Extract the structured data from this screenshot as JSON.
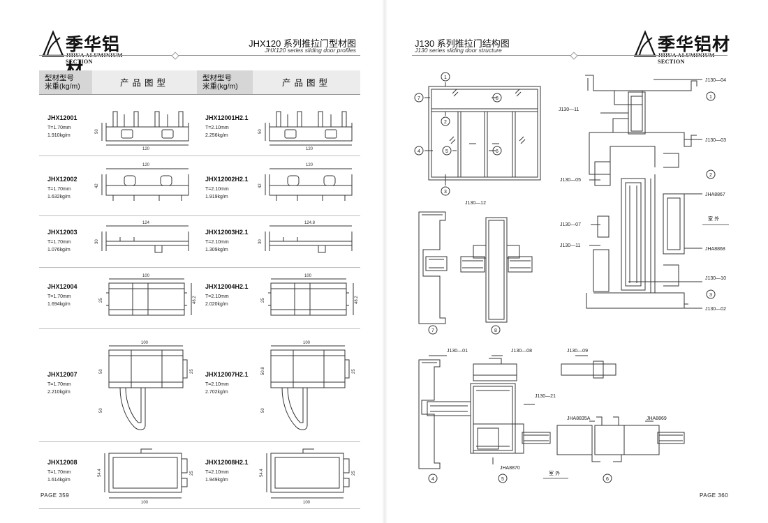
{
  "left_page": {
    "brand": {
      "name_zh": "季华铝材",
      "name_en": "JIHUA ALUMINIUM SECTION"
    },
    "title_zh": "JHX120 系列推拉门型材图",
    "title_en": "JHX120 series sliding door profiles",
    "table_headers": {
      "model_weight_l1": "型材型号",
      "model_weight_l2": "米重(kg/m)",
      "profile": "产品图型"
    },
    "rows": [
      {
        "left": {
          "code": "JHX12001",
          "t": "T=1.70mm",
          "w": "1.910kg/m"
        },
        "right": {
          "code": "JHX12001H2.1",
          "t": "T=2.10mm",
          "w": "2.256kg/m"
        },
        "dims_left": [
          "50",
          "120"
        ],
        "dims_right": [
          "50",
          "120"
        ]
      },
      {
        "left": {
          "code": "JHX12002",
          "t": "T=1.70mm",
          "w": "1.632kg/m"
        },
        "right": {
          "code": "JHX12002H2.1",
          "t": "T=2.10mm",
          "w": "1.919kg/m"
        },
        "dims_left": [
          "120",
          "42"
        ],
        "dims_right": [
          "120",
          "42"
        ]
      },
      {
        "left": {
          "code": "JHX12003",
          "t": "T=1.70mm",
          "w": "1.076kg/m"
        },
        "right": {
          "code": "JHX12003H2.1",
          "t": "T=2.10mm",
          "w": "1.309kg/m"
        },
        "dims_left": [
          "124",
          "30"
        ],
        "dims_right": [
          "124.8",
          "30"
        ]
      },
      {
        "left": {
          "code": "JHX12004",
          "t": "T=1.70mm",
          "w": "1.694kg/m"
        },
        "right": {
          "code": "JHX12004H2.1",
          "t": "T=2.10mm",
          "w": "2.020kg/m"
        },
        "dims_left": [
          "100",
          "25",
          "48.2"
        ],
        "dims_right": [
          "100",
          "25",
          "48.2"
        ]
      },
      {
        "left": {
          "code": "JHX12007",
          "t": "T=1.70mm",
          "w": "2.210kg/m"
        },
        "right": {
          "code": "JHX12007H2.1",
          "t": "T=2.10mm",
          "w": "2.702kg/m"
        },
        "dims_left": [
          "100",
          "50",
          "25",
          "50"
        ],
        "dims_right": [
          "100",
          "50.8",
          "25",
          "50"
        ]
      },
      {
        "left": {
          "code": "JHX12008",
          "t": "T=1.70mm",
          "w": "1.614kg/m"
        },
        "right": {
          "code": "JHX12008H2.1",
          "t": "T=2.10mm",
          "w": "1.949kg/m"
        },
        "dims_left": [
          "54.4",
          "25",
          "100"
        ],
        "dims_right": [
          "54.4",
          "25",
          "100"
        ]
      }
    ],
    "page_number": "PAGE 359"
  },
  "right_page": {
    "brand": {
      "name_zh": "季华铝材",
      "name_en": "JIHUA ALUMINIUM SECTION"
    },
    "title_zh": "J130 系列推拉门结构图",
    "title_en": "J130 series sliding door structure",
    "elevation_callouts": [
      "1",
      "2",
      "3",
      "4",
      "5",
      "6",
      "7",
      "8"
    ],
    "section_labels": {
      "J130-04": "J130—04",
      "J130-11a": "J130—11",
      "J130-03": "J130—03",
      "J130-05": "J130—05",
      "JHA8867": "JHA8867",
      "J130-07": "J130—07",
      "J130-11b": "J130—11",
      "JHA8868": "JHA8868",
      "J130-10": "J130—10",
      "J130-02": "J130—02",
      "J130-12": "J130—12",
      "J130-01": "J130—01",
      "J130-08": "J130—08",
      "J130-09": "J130—09",
      "J130-21": "J130—21",
      "JHA8835A": "JHA8835A",
      "JHA8869": "JHA8869",
      "JHA8870": "JHA8870"
    },
    "outdoor_label": "室 外",
    "detail_numbers": [
      "1",
      "2",
      "3",
      "4",
      "5",
      "6",
      "7",
      "8"
    ],
    "page_number": "PAGE 360"
  },
  "colors": {
    "header_bg": "#d6d6d6",
    "line": "#333333"
  }
}
